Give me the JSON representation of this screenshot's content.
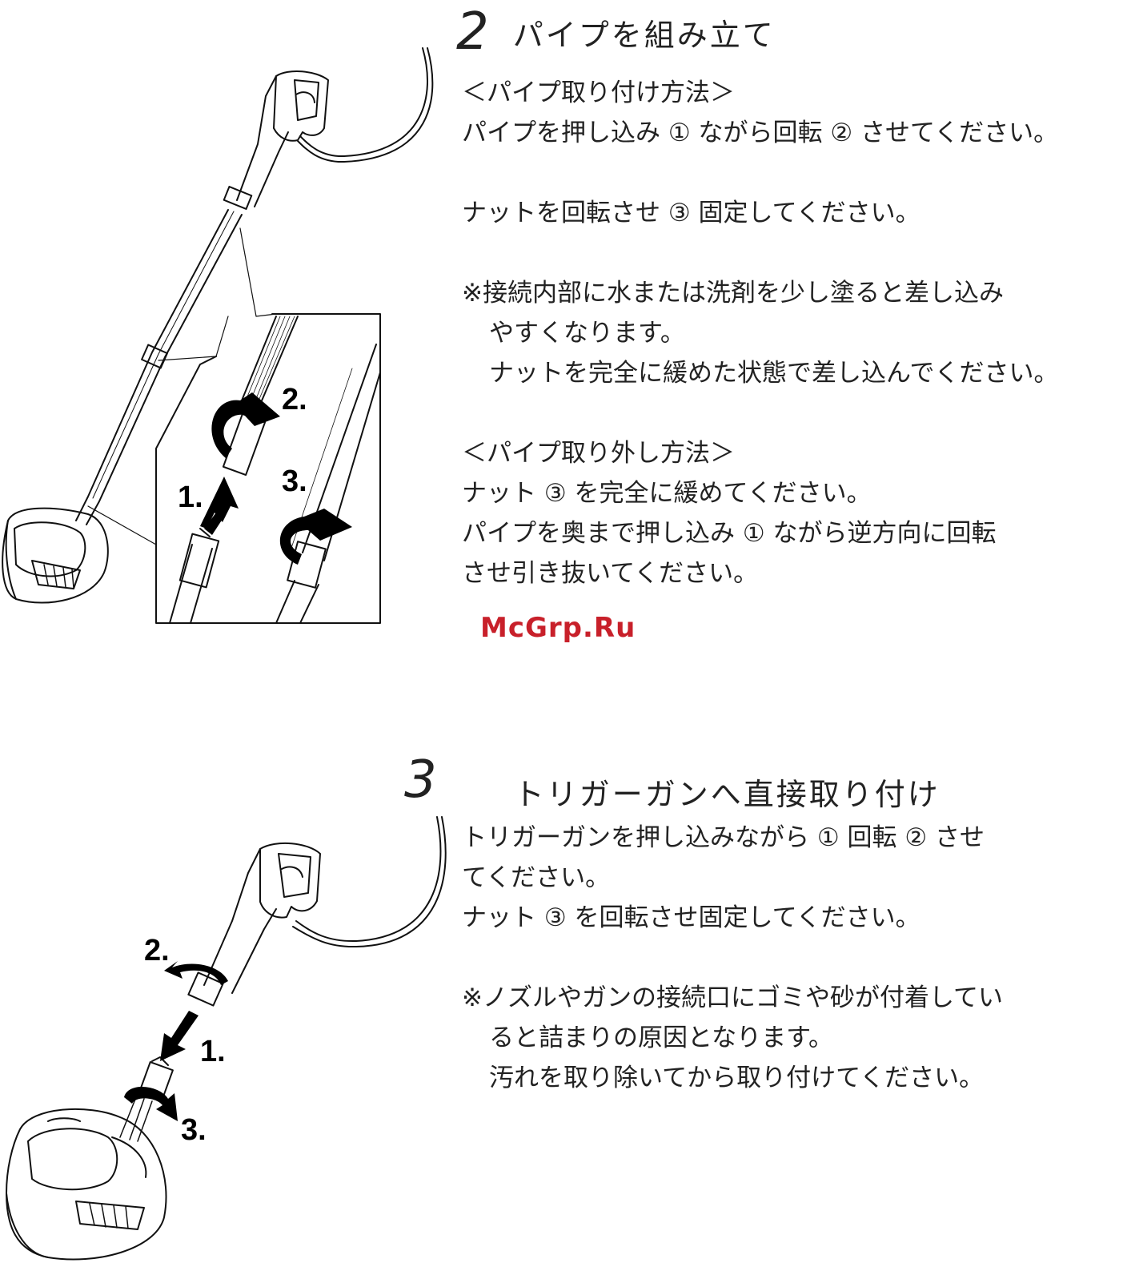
{
  "step2": {
    "number": "2",
    "title": "パイプを組み立て",
    "attach_heading": "＜パイプ取り付け方法＞",
    "attach_line1": "パイプを押し込み ① ながら回転 ② させてください。",
    "attach_line2": "ナットを回転させ ③ 固定してください。",
    "note_line1": "※接続内部に水または洗剤を少し塗ると差し込み",
    "note_line2": "やすくなります。",
    "note_line3": "ナットを完全に緩めた状態で差し込んでください。",
    "remove_heading": "＜パイプ取り外し方法＞",
    "remove_line1": "ナット ③ を完全に緩めてください。",
    "remove_line2": "パイプを奥まで押し込み ① ながら逆方向に回転",
    "remove_line3": "させ引き抜いてください。",
    "callouts": {
      "c1": "1.",
      "c2": "2.",
      "c3": "3."
    }
  },
  "watermark": "McGrp.Ru",
  "step3": {
    "number": "3",
    "title": "トリガーガンへ直接取り付け",
    "line1": "トリガーガンを押し込みながら ① 回転 ② させ",
    "line2": "てください。",
    "line3": "ナット ③ を回転させ固定してください。",
    "note_line1": "※ノズルやガンの接続口にゴミや砂が付着してい",
    "note_line2": "ると詰まりの原因となります。",
    "note_line3": "汚れを取り除いてから取り付けてください。",
    "callouts": {
      "c1": "1.",
      "c2": "2.",
      "c3": "3."
    }
  }
}
